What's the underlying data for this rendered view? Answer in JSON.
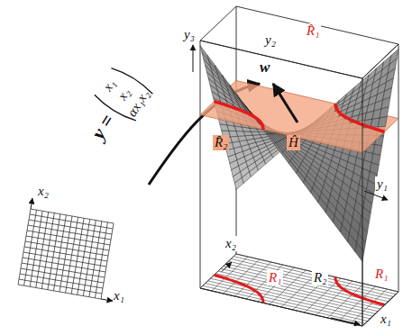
{
  "diagram": {
    "labels": [
      "x₂",
      "x₁",
      "y =",
      "x₁",
      "x₂",
      "αx₁x₂",
      "y₃",
      "y₂",
      "w",
      "R̂₁",
      "Ĥ",
      "R̂₂",
      "y₁",
      "x₂",
      "R₁",
      "R₂",
      "R₁",
      "x₁"
    ]
  }
}
